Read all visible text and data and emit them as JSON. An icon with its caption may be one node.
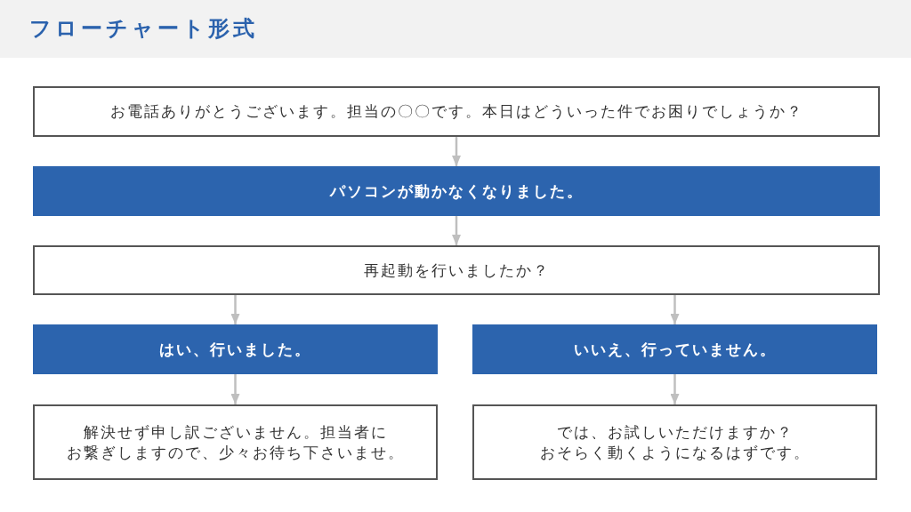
{
  "diagram": {
    "title": "フローチャート形式",
    "nodes": [
      {
        "text": [
          "お電話ありがとうございます。担当の〇〇です。本日はどういった件でお困りでしょうか？"
        ]
      },
      {
        "text": [
          "パソコンが動かなくなりました。"
        ]
      },
      {
        "text": [
          "再起動を行いましたか？"
        ]
      },
      {
        "text": [
          "はい、行いました。"
        ]
      },
      {
        "text": [
          "いいえ、行っていません。"
        ]
      },
      {
        "text": [
          "解決せず申し訳ございません。担当者にお繋ぎしますので、少々お待ち下さいませ。"
        ]
      },
      {
        "text": [
          "では、お試しいただけますか？おそらく動くようになるはずです。"
        ]
      }
    ],
    "edges": [
      {
        "from": 0,
        "to": 1,
        "arrow": "to"
      },
      {
        "from": 1,
        "to": 2,
        "arrow": "to"
      },
      {
        "from": 2,
        "to": 3,
        "arrow": "to"
      },
      {
        "from": 2,
        "to": 4,
        "arrow": "to"
      },
      {
        "from": 3,
        "to": 5,
        "arrow": "to"
      },
      {
        "from": 4,
        "to": 6,
        "arrow": "to"
      }
    ]
  }
}
